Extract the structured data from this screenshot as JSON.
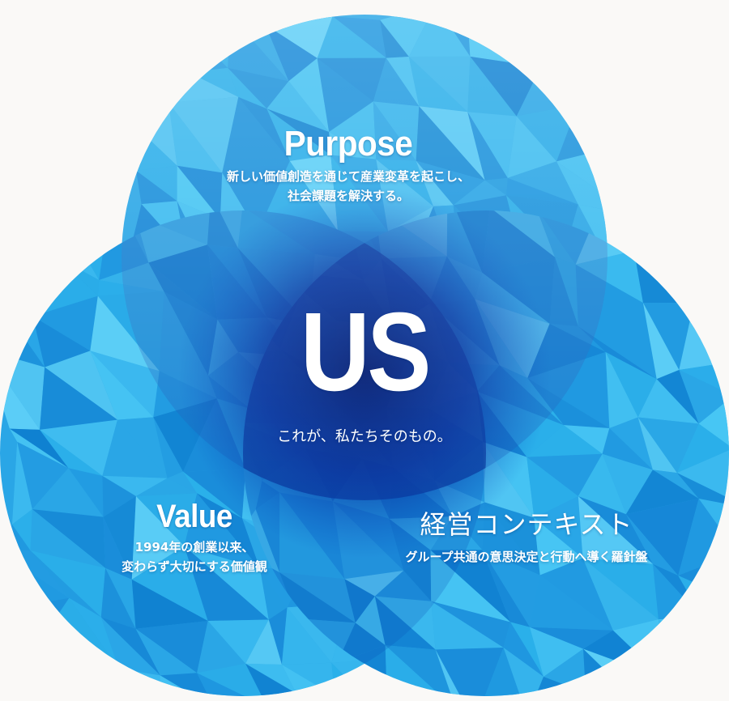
{
  "diagram": {
    "colors": {
      "circle_base": "#2aa6e6",
      "circle_light": "#5fd0f7",
      "circle_dark": "#0f7fd0",
      "center_deep": "#082d8c",
      "text": "#ffffff"
    },
    "purpose": {
      "title": "Purpose",
      "desc_line1": "新しい価値創造を通じて産業変革を起こし、",
      "desc_line2": "社会課題を解決する。"
    },
    "us": {
      "title": "US",
      "tagline": "これが、私たちそのもの。"
    },
    "value": {
      "title": "Value",
      "desc_line1": "1994年の創業以来、",
      "desc_line2": "変わらず大切にする価値観"
    },
    "context": {
      "title": "経営コンテキスト",
      "desc": "グループ共通の意思決定と行動へ導く羅針盤"
    }
  }
}
